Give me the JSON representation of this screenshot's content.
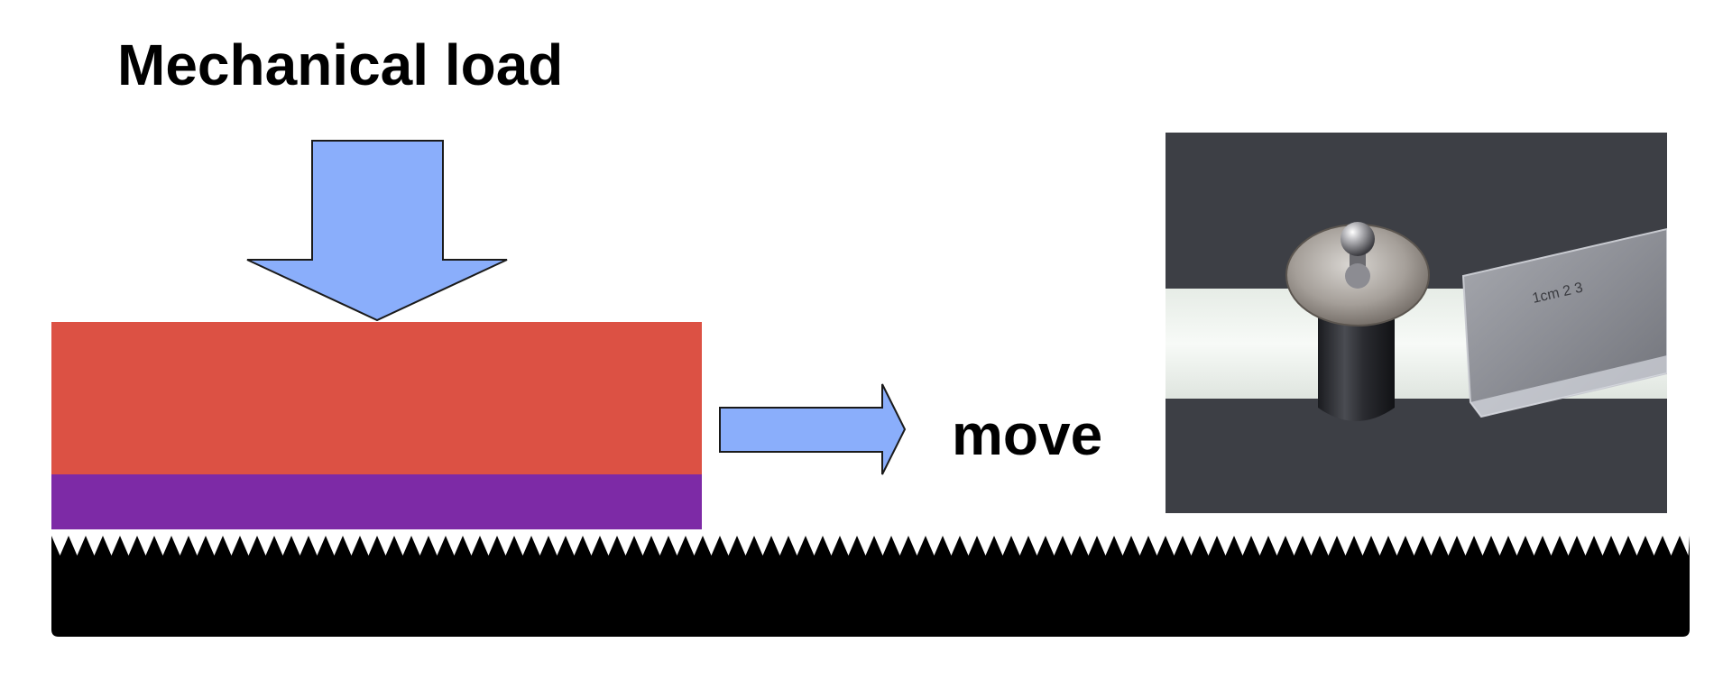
{
  "diagram": {
    "load_label": "Mechanical load",
    "move_label": "move",
    "colors": {
      "load_arrow_fill": "#8aaefb",
      "arrow_stroke": "#1a1a1a",
      "block_top": "#dc5144",
      "block_bottom": "#7d2aa6",
      "rough_surface": "#000000",
      "photo_background": "#3d3f45"
    },
    "photo": {
      "subject": "weight on ball resting on white strip beside a ruler",
      "ruler_marking": "1cm 2 3"
    }
  }
}
